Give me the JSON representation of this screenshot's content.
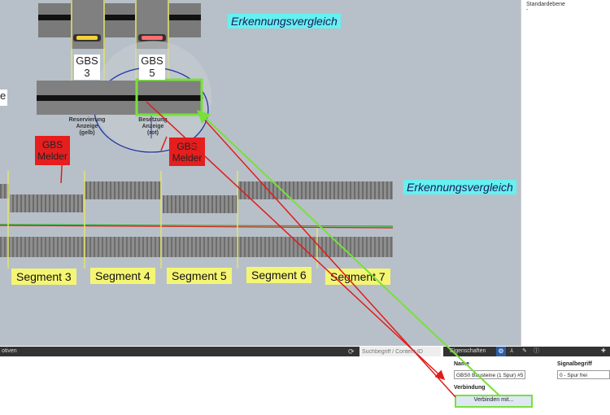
{
  "viewport": {
    "left_text": "e",
    "gbs": [
      {
        "line1": "GBS",
        "line2": "3"
      },
      {
        "line1": "GBS",
        "line2": "5"
      }
    ],
    "melders": [
      {
        "line1": "GBS",
        "line2": "Melder"
      },
      {
        "line1": "GBS",
        "line2": "Melder"
      }
    ],
    "under_left": [
      "Reservierung",
      "Anzeige",
      "(gelb)"
    ],
    "under_right": [
      "Besetzung",
      "Anzeige",
      "(rot)"
    ],
    "compare_label": "Erkennungsvergleich",
    "segments": [
      "Segment 3",
      "Segment 4",
      "Segment 5",
      "Segment 6",
      "Segment 7"
    ]
  },
  "right_panel": {
    "title": "Standardebene",
    "subtitle": "-"
  },
  "bottom": {
    "left_header": "otiven",
    "search_placeholder": "Suchbegriff / Content-ID",
    "props_title": "Eigenschaften",
    "name_label": "Name",
    "name_value": "GBS0 Bausteine (1 Spur) #5",
    "signal_label": "Signalbegriff",
    "signal_value": "0 - Spur frei",
    "conn_label": "Verbindung",
    "connect_button": "Verbinden mit..."
  },
  "colors": {
    "accent_green": "#78e03a",
    "red_line": "#e11b1b",
    "blue_gizmo": "#2233aa"
  }
}
